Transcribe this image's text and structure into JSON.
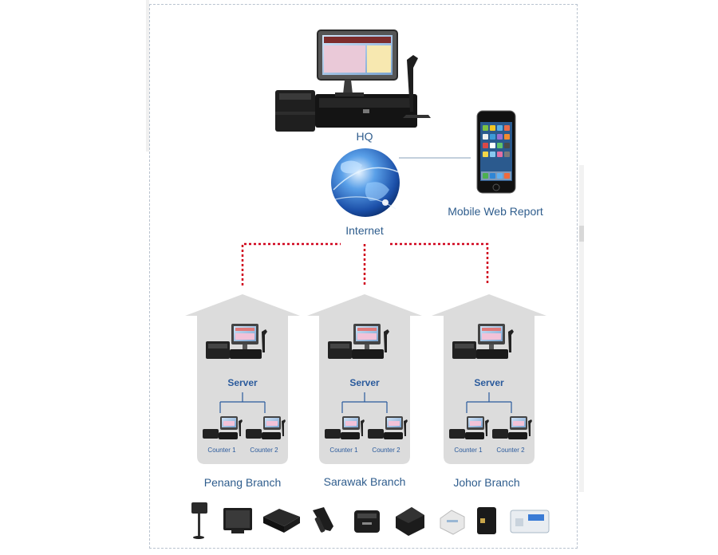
{
  "hq": {
    "label": "HQ",
    "icon": "pos-terminal-icon"
  },
  "internet": {
    "label": "Internet",
    "icon": "globe-icon"
  },
  "mobile": {
    "label": "Mobile Web Report",
    "icon": "smartphone-icon"
  },
  "branches": [
    {
      "name": "Penang Branch",
      "server_label": "Server",
      "counters": [
        "Counter 1",
        "Counter 2"
      ]
    },
    {
      "name": "Sarawak Branch",
      "server_label": "Server",
      "counters": [
        "Counter 1",
        "Counter 2"
      ]
    },
    {
      "name": "Johor Branch",
      "server_label": "Server",
      "counters": [
        "Counter 1",
        "Counter 2"
      ]
    }
  ],
  "peripherals": [
    "pole-display-icon",
    "touch-monitor-icon",
    "cash-drawer-icon",
    "barcode-scanner-icon",
    "label-printer-icon",
    "receipt-printer-icon",
    "mini-printer-icon",
    "card-reader-icon",
    "card-terminal-icon"
  ],
  "colors": {
    "label": "#2f5d8d",
    "link_dotted": "#d0021b",
    "arrow": "#dadada",
    "line": "#9fb3c8"
  }
}
